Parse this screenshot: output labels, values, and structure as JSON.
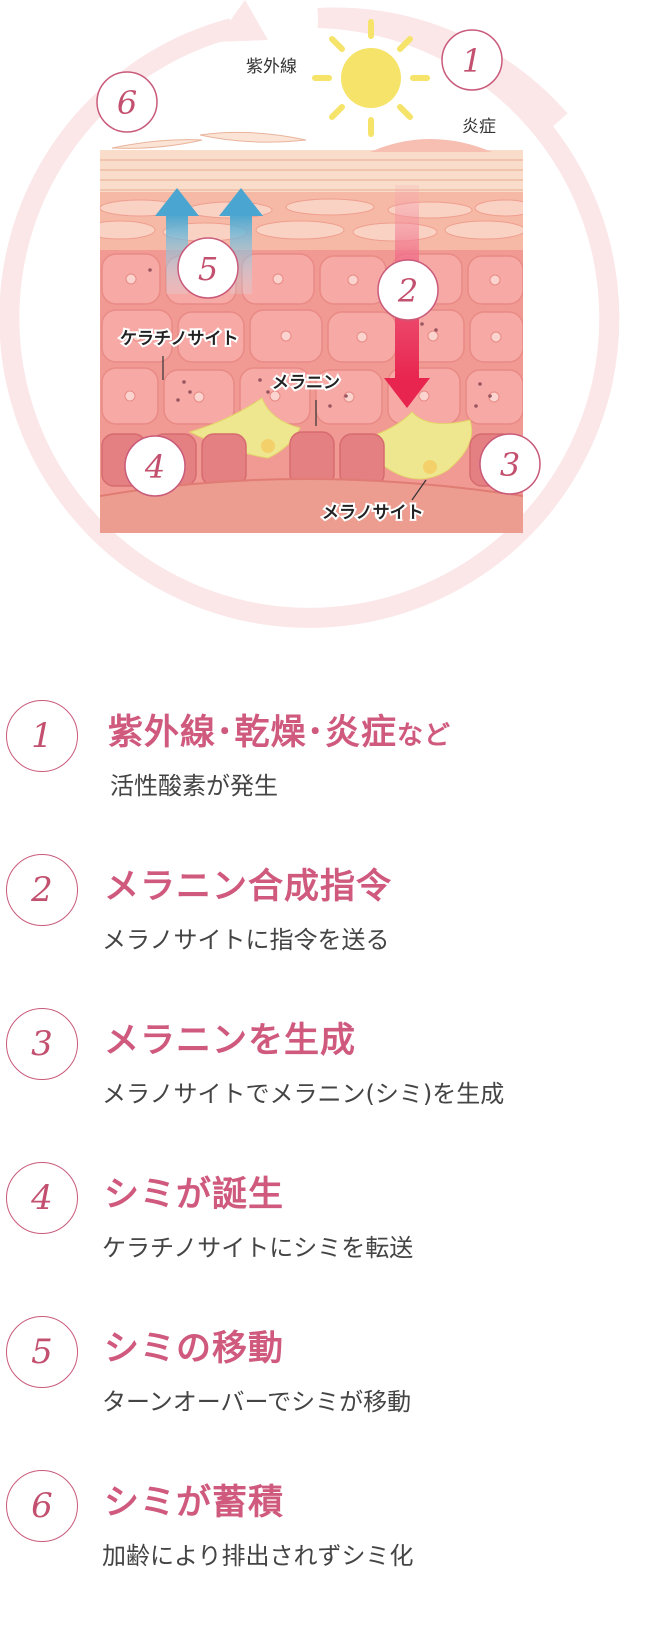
{
  "diagram": {
    "labels": {
      "uv": "紫外線",
      "inflammation": "炎症",
      "keratinocyte": "ケラチノサイト",
      "melanin": "メラニン",
      "melanocyte": "メラノサイト"
    },
    "markers": [
      "1",
      "2",
      "3",
      "4",
      "5",
      "6"
    ],
    "colors": {
      "ring": "#fbe6e8",
      "skin_base": "#f19a93",
      "cell_fill": "#f6a5a4",
      "accent_pink": "#cf5a7e",
      "arrow_red": "#e8254f",
      "arrow_blue": "#5aaed3",
      "melanocyte": "#eee78f"
    }
  },
  "steps": [
    {
      "number": "1",
      "title": "紫外線･乾燥･炎症",
      "suffix": "など",
      "desc": "活性酸素が発生"
    },
    {
      "number": "2",
      "title": "メラニン合成指令",
      "suffix": "",
      "desc": "メラノサイトに指令を送る"
    },
    {
      "number": "3",
      "title": "メラニンを生成",
      "suffix": "",
      "desc": "メラノサイトでメラニン(シミ)を生成"
    },
    {
      "number": "4",
      "title": "シミが誕生",
      "suffix": "",
      "desc": "ケラチノサイトにシミを転送"
    },
    {
      "number": "5",
      "title": "シミの移動",
      "suffix": "",
      "desc": "ターンオーバーでシミが移動"
    },
    {
      "number": "6",
      "title": "シミが蓄積",
      "suffix": "",
      "desc": "加齢により排出されずシミ化"
    }
  ]
}
